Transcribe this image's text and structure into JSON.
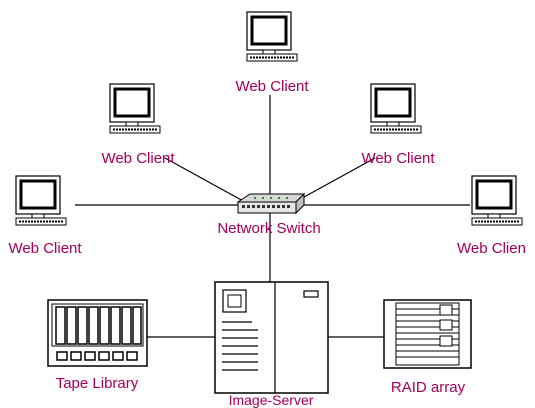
{
  "nodes": {
    "client_top": "Web Client",
    "client_upper_left": "Web Client",
    "client_upper_right": "Web Client",
    "client_left": "Web Client",
    "client_right": "Web Clien",
    "switch": "Network Switch",
    "tape_library": "Tape Library",
    "server": "Image-Server",
    "raid": "RAID array"
  },
  "colors": {
    "label": "#a0005a",
    "line": "#000000"
  }
}
